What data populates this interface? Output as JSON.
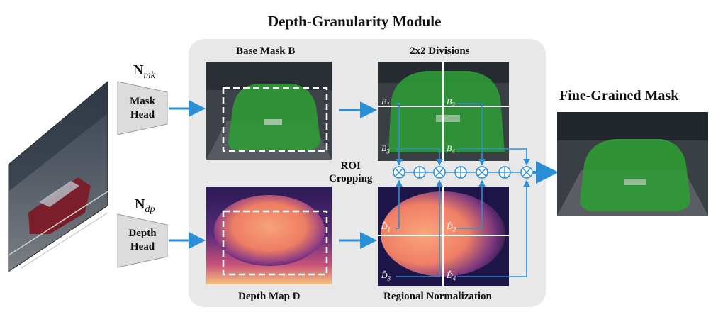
{
  "title": "Depth-Granularity Module",
  "labels": {
    "n_mk_base": "N",
    "n_mk_sub": "mk",
    "n_dp_base": "N",
    "n_dp_sub": "dp",
    "mask_head": "Mask\nHead",
    "depth_head": "Depth\nHead",
    "base_mask": "Base Mask B",
    "divisions": "2x2 Divisions",
    "depth_map": "Depth Map D",
    "regional_norm": "Regional Normalization",
    "roi_cropping": "ROI\nCropping",
    "output": "Fine-Grained Mask"
  },
  "regions_b": [
    {
      "base": "B",
      "sub": "1"
    },
    {
      "base": "B",
      "sub": "2"
    },
    {
      "base": "B",
      "sub": "3"
    },
    {
      "base": "B",
      "sub": "4"
    }
  ],
  "regions_d": [
    {
      "base": "D̂",
      "sub": "1"
    },
    {
      "base": "D̂",
      "sub": "2"
    },
    {
      "base": "D̂",
      "sub": "3"
    },
    {
      "base": "D̂",
      "sub": "4"
    }
  ],
  "operators": [
    "multiply",
    "add",
    "multiply",
    "add",
    "multiply",
    "add",
    "multiply"
  ],
  "colors": {
    "arrow": "#2a8fd6",
    "panel": "#e8e8e8",
    "mask_green": "#2f9a35",
    "depth_orange": "#f39a70"
  }
}
